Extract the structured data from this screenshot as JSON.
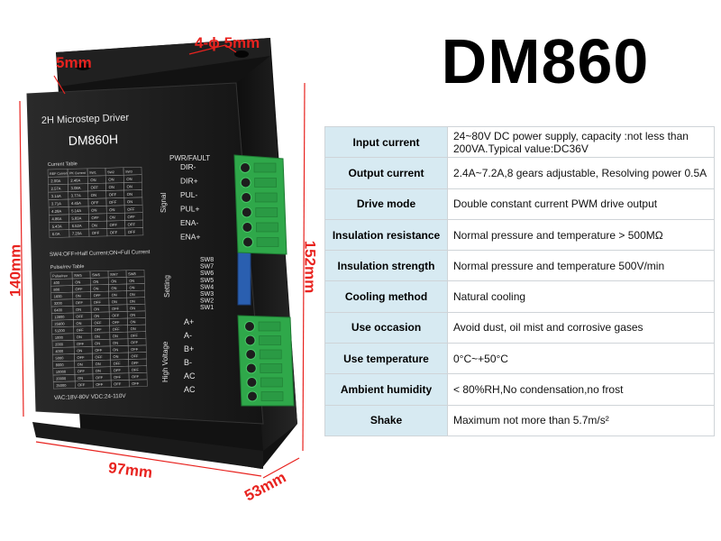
{
  "title": "DM860",
  "dimensions": {
    "d5mm": "5mm",
    "hole": "4-ϕ 5mm",
    "h140": "140mm",
    "h152": "152mm",
    "w97": "97mm",
    "d53": "53mm"
  },
  "device": {
    "brand_line": "2H Microstep Driver",
    "model": "DM860H",
    "current_table_title": "Current Table",
    "current_headers": [
      "REF Current",
      "PK Current",
      "SW1",
      "SW2",
      "SW3"
    ],
    "current_rows": [
      [
        "2.00A",
        "2.40A",
        "ON",
        "ON",
        "ON"
      ],
      [
        "2.57A",
        "3.08A",
        "OFF",
        "ON",
        "ON"
      ],
      [
        "3.14A",
        "3.77A",
        "ON",
        "OFF",
        "ON"
      ],
      [
        "3.71A",
        "4.45A",
        "OFF",
        "OFF",
        "ON"
      ],
      [
        "4.28A",
        "5.14A",
        "ON",
        "ON",
        "OFF"
      ],
      [
        "4.86A",
        "5.83A",
        "OFF",
        "ON",
        "OFF"
      ],
      [
        "5.43A",
        "6.52A",
        "ON",
        "OFF",
        "OFF"
      ],
      [
        "6.0A",
        "7.20A",
        "OFF",
        "OFF",
        "OFF"
      ]
    ],
    "sw4_note": "SW4:OFF=Half Current;ON=Full Current",
    "pulse_table_title": "Pulse/rev Table",
    "pulse_headers": [
      "Pulse/rev",
      "SW5",
      "SW6",
      "SW7",
      "SW8"
    ],
    "pulse_rows": [
      [
        "400",
        "ON",
        "ON",
        "ON",
        "ON"
      ],
      [
        "800",
        "OFF",
        "ON",
        "ON",
        "ON"
      ],
      [
        "1600",
        "ON",
        "OFF",
        "ON",
        "ON"
      ],
      [
        "3200",
        "OFF",
        "OFF",
        "ON",
        "ON"
      ],
      [
        "6400",
        "ON",
        "ON",
        "OFF",
        "ON"
      ],
      [
        "12800",
        "OFF",
        "ON",
        "OFF",
        "ON"
      ],
      [
        "25600",
        "ON",
        "OFF",
        "OFF",
        "ON"
      ],
      [
        "51200",
        "OFF",
        "OFF",
        "OFF",
        "ON"
      ],
      [
        "1000",
        "ON",
        "ON",
        "ON",
        "OFF"
      ],
      [
        "2000",
        "OFF",
        "ON",
        "ON",
        "OFF"
      ],
      [
        "4000",
        "ON",
        "OFF",
        "ON",
        "OFF"
      ],
      [
        "5000",
        "OFF",
        "OFF",
        "ON",
        "OFF"
      ],
      [
        "8000",
        "ON",
        "ON",
        "OFF",
        "OFF"
      ],
      [
        "10000",
        "OFF",
        "ON",
        "OFF",
        "OFF"
      ],
      [
        "20000",
        "ON",
        "OFF",
        "OFF",
        "OFF"
      ],
      [
        "25000",
        "OFF",
        "OFF",
        "OFF",
        "OFF"
      ]
    ],
    "supply_note": "VAC:18V-80V VDC:24-110V",
    "pwr_fault": "PWR/FAULT",
    "signal_label": "Signal",
    "signal_pins": [
      "DIR-",
      "DIR+",
      "PUL-",
      "PUL+",
      "ENA-",
      "ENA+"
    ],
    "setting_label": "Setting",
    "switches": [
      "SW8",
      "SW7",
      "SW6",
      "SW5",
      "SW4",
      "SW3",
      "SW2",
      "SW1"
    ],
    "hv_label": "High Voltage",
    "hv_pins": [
      "A+",
      "A-",
      "B+",
      "B-",
      "AC",
      "AC"
    ]
  },
  "specs": [
    {
      "key": "Input current",
      "value": "24~80V DC power supply, capacity :not less than 200VA.Typical value:DC36V"
    },
    {
      "key": "Output current",
      "value": "2.4A~7.2A,8 gears adjustable, Resolving power 0.5A"
    },
    {
      "key": "Drive mode",
      "value": "Double constant current PWM drive output"
    },
    {
      "key": "Insulation resistance",
      "value": "Normal pressure and temperature > 500MΩ"
    },
    {
      "key": "Insulation strength",
      "value": "Normal pressure and temperature 500V/min"
    },
    {
      "key": "Cooling method",
      "value": "Natural cooling"
    },
    {
      "key": "Use occasion",
      "value": "Avoid dust, oil mist and corrosive gases"
    },
    {
      "key": "Use temperature",
      "value": "0°C~+50°C"
    },
    {
      "key": "Ambient humidity",
      "value": "< 80%RH,No condensation,no frost"
    },
    {
      "key": "Shake",
      "value": "Maximum not more than 5.7m/s²"
    }
  ],
  "colors": {
    "dimension_red": "#e8231f",
    "spec_key_bg": "#d7eaf2",
    "terminal_green": "#2fa84a",
    "device_body": "#1c1c1c"
  }
}
